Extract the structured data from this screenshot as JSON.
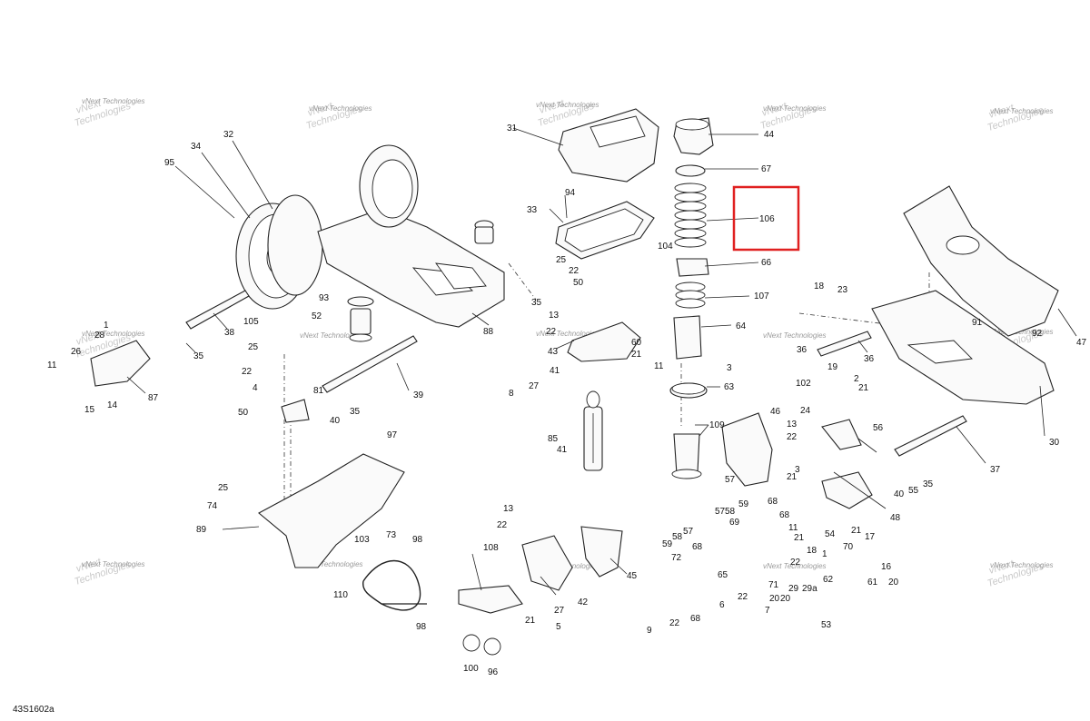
{
  "drawing_code": "43S1602a",
  "highlight_color": "#e02020",
  "watermark": {
    "line1": "vNext",
    "line2": "Technologies",
    "full": "vNext Technologies"
  },
  "labels": {
    "l1": "1",
    "l2": "2",
    "l3": "3",
    "l4": "4",
    "l5": "5",
    "l6": "6",
    "l7": "7",
    "l8": "8",
    "l9": "9",
    "l11": "11",
    "l13": "13",
    "l14": "14",
    "l15": "15",
    "l16": "16",
    "l17": "17",
    "l18": "18",
    "l19": "19",
    "l20": "20",
    "l21": "21",
    "l22": "22",
    "l23": "23",
    "l24": "24",
    "l25": "25",
    "l26": "26",
    "l27": "27",
    "l28": "28",
    "l29": "29",
    "l29a": "29a",
    "l30": "30",
    "l31": "31",
    "l32": "32",
    "l33": "33",
    "l34": "34",
    "l35": "35",
    "l36": "36",
    "l37": "37",
    "l38": "38",
    "l39": "39",
    "l40": "40",
    "l41": "41",
    "l42": "42",
    "l43": "43",
    "l44": "44",
    "l45": "45",
    "l46": "46",
    "l47": "47",
    "l48": "48",
    "l50": "50",
    "l52": "52",
    "l53": "53",
    "l54": "54",
    "l55": "55",
    "l56": "56",
    "l57": "57",
    "l58": "58",
    "l59": "59",
    "l60": "60",
    "l61": "61",
    "l62": "62",
    "l63": "63",
    "l64": "64",
    "l65": "65",
    "l66": "66",
    "l67": "67",
    "l68": "68",
    "l69": "69",
    "l70": "70",
    "l71": "71",
    "l72": "72",
    "l73": "73",
    "l74": "74",
    "l81": "81",
    "l85": "85",
    "l87": "87",
    "l88": "88",
    "l89": "89",
    "l91": "91",
    "l92": "92",
    "l93": "93",
    "l94": "94",
    "l95": "95",
    "l96": "96",
    "l97": "97",
    "l98": "98",
    "l100": "100",
    "l102": "102",
    "l103": "103",
    "l104": "104",
    "l105": "105",
    "l106": "106",
    "l107": "107",
    "l108": "108",
    "l109": "109",
    "l110": "110"
  }
}
